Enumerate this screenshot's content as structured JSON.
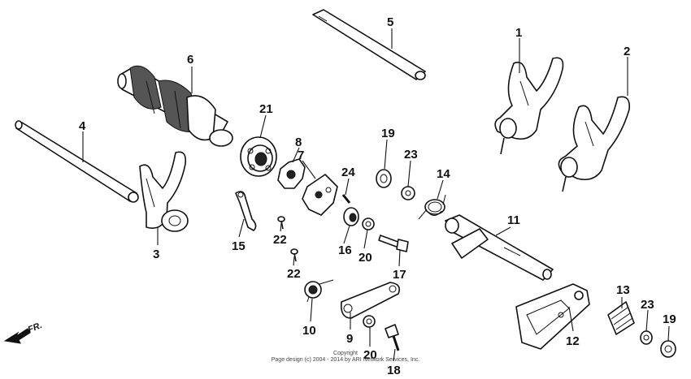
{
  "labels": {
    "p1": "1",
    "p2": "2",
    "p3": "3",
    "p4": "4",
    "p5": "5",
    "p6": "6",
    "p7": "7",
    "p8": "8",
    "p9": "9",
    "p10": "10",
    "p11": "11",
    "p12": "12",
    "p13": "13",
    "p14": "14",
    "p15": "15",
    "p16": "16",
    "p17": "17",
    "p18": "18",
    "p19a": "19",
    "p19b": "19",
    "p20a": "20",
    "p20b": "20",
    "p21": "21",
    "p22a": "22",
    "p22b": "22",
    "p23a": "23",
    "p23b": "23",
    "p24": "24"
  },
  "direction_label": "FR.",
  "copyright": {
    "line1": "Copyright",
    "line2": "Page design (c) 2004 - 2014 by ARI Network Services, Inc."
  }
}
